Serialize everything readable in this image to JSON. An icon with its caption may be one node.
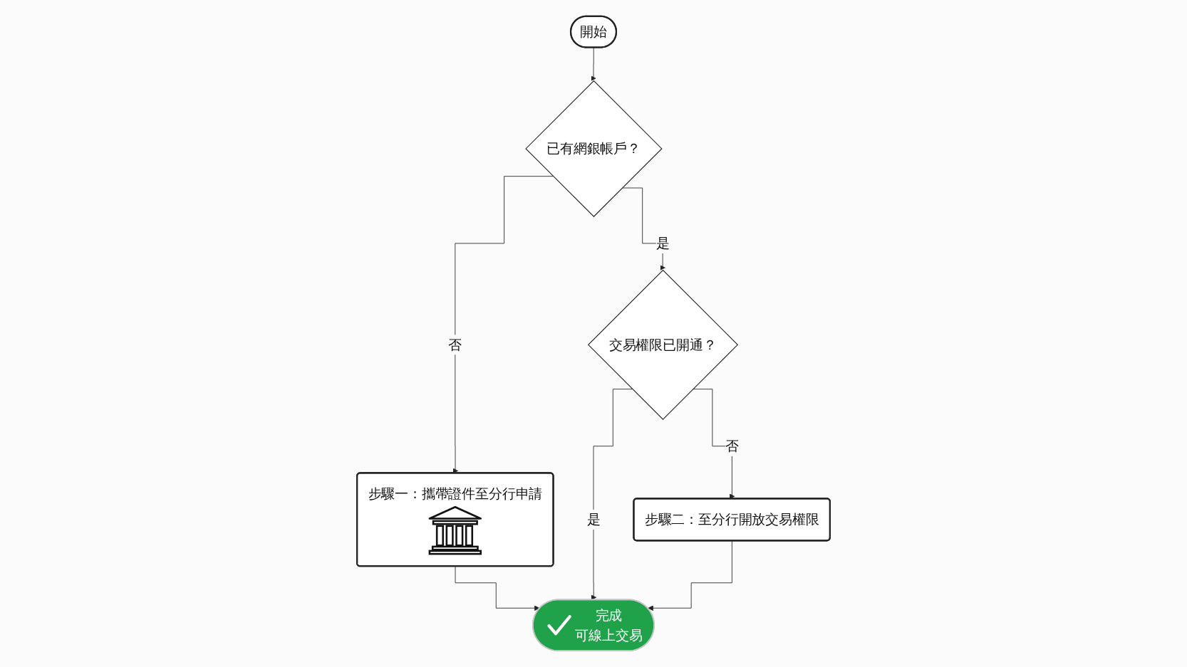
{
  "diagram": {
    "nodes": [
      {
        "text": [
          "開始"
        ]
      },
      {
        "text": [
          "已有網銀帳戶？"
        ]
      },
      {
        "text": [
          "交易權限已開通？"
        ]
      },
      {
        "text": [
          "步驟一：攜帶證件至分行申請"
        ]
      },
      {
        "text": [
          "步驟二：至分行開放交易權限"
        ]
      },
      {
        "text": [
          "完成",
          "可線上交易"
        ]
      }
    ],
    "edges": [
      {
        "from": 0,
        "to": 1,
        "arrow": "to"
      },
      {
        "from": 1,
        "to": 3,
        "arrow": "to",
        "label": "否"
      },
      {
        "from": 1,
        "to": 2,
        "arrow": "to",
        "label": "是"
      },
      {
        "from": 2,
        "to": 5,
        "arrow": "to",
        "label": "是"
      },
      {
        "from": 2,
        "to": 4,
        "arrow": "to",
        "label": "否"
      },
      {
        "from": 3,
        "to": 5,
        "arrow": "to"
      },
      {
        "from": 4,
        "to": 5,
        "arrow": "to"
      }
    ]
  }
}
